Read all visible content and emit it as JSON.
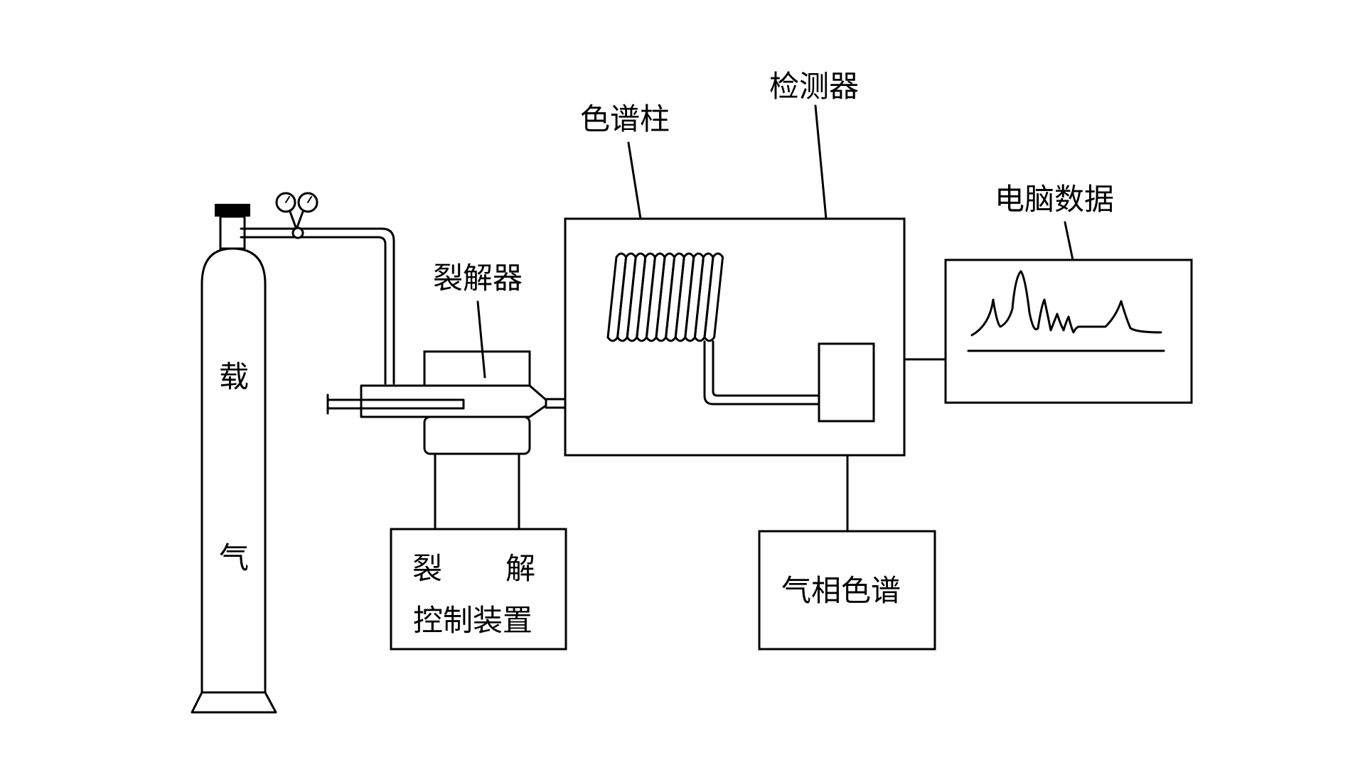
{
  "labels": {
    "carrier_gas_char_1": "载",
    "carrier_gas_char_2": "气",
    "pyrolyzer": "裂解器",
    "column": "色谱柱",
    "detector": "检测器",
    "computer_data": "电脑数据",
    "pyrolysis_control_char_1": "裂",
    "pyrolysis_control_char_2": "解",
    "pyrolysis_control_line_2": "控制装置",
    "gas_chromatograph": "气相色谱"
  }
}
